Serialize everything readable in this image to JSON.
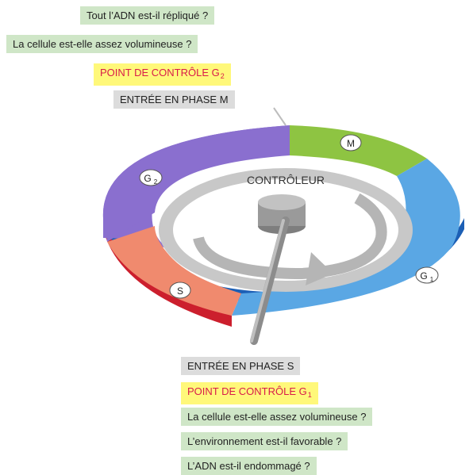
{
  "top_labels": {
    "q_adn_replique": "Tout l’ADN est-il répliqué ?",
    "q_volume_g2": "La cellule est-elle assez volumineuse ?",
    "checkpoint_g2": "POINT DE CONTRÔLE G",
    "checkpoint_g2_sub": "2",
    "entry_m": "ENTRÉE EN PHASE M"
  },
  "bottom_labels": {
    "entry_s": "ENTRÉE EN PHASE S",
    "checkpoint_g1": "POINT DE CONTRÔLE G",
    "checkpoint_g1_sub": "1",
    "q_volume_g1": "La cellule est-elle assez volumineuse ?",
    "q_environnement": "L’environnement est-il favorable ?",
    "q_adn_endommage": "L’ADN est-il endommagé ?"
  },
  "wheel": {
    "controller_label": "CONTRÔLEUR",
    "phase_m": "M",
    "phase_g2": "G",
    "phase_g2_sub": "2",
    "phase_s": "S",
    "phase_g1": "G",
    "phase_g1_sub": "1"
  },
  "colors": {
    "phase_m": "#8ec442",
    "phase_g1": "#5aa7e4",
    "phase_s": "#f08a6e",
    "phase_g2": "#8a6fcf",
    "checkpoint_text": "#d81b4a",
    "checkpoint_bg": "#fff87a",
    "question_bg": "#cfe6c7",
    "entry_bg": "#dcdcdc"
  }
}
